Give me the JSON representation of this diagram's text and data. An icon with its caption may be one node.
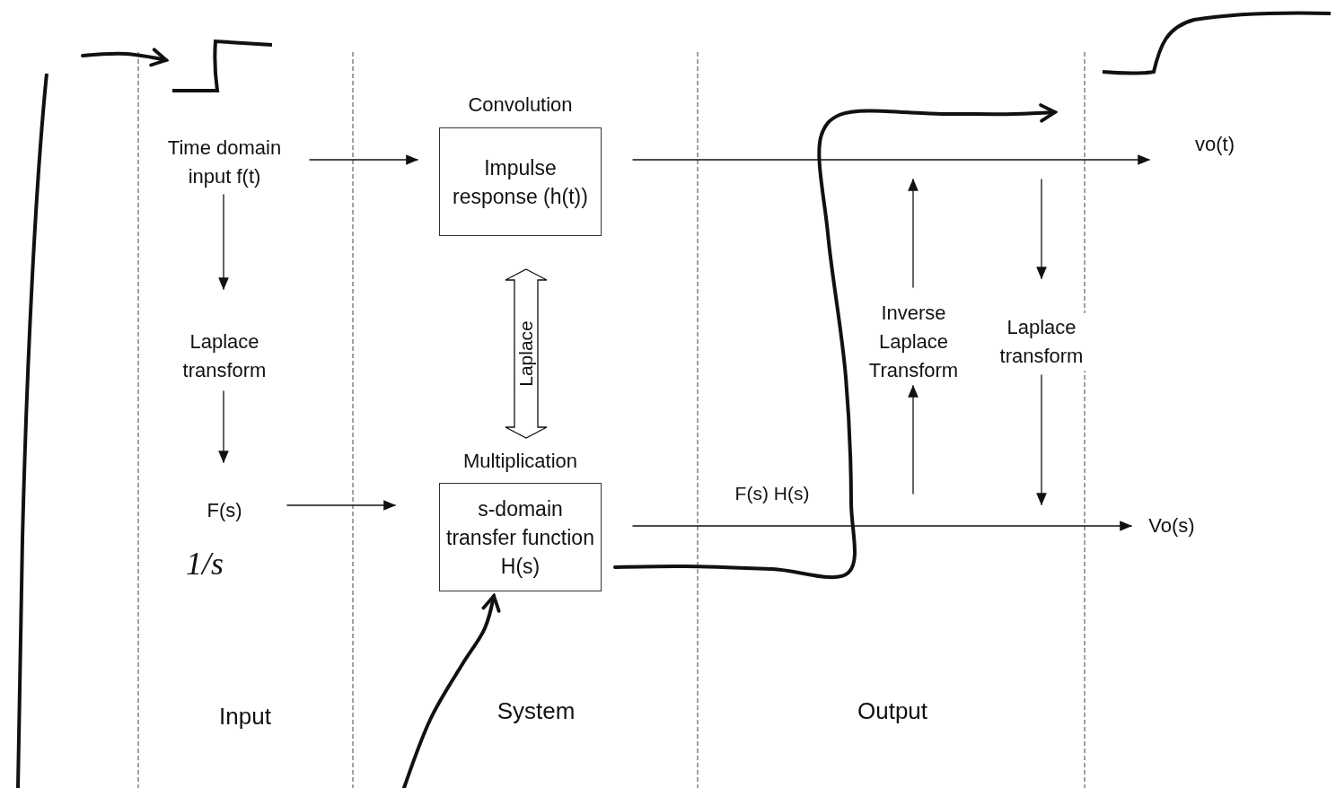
{
  "diagram": {
    "nodes": [
      {
        "text": [
          "Time domain input f(t)"
        ]
      },
      {
        "text": [
          "Laplace transform"
        ]
      },
      {
        "text": [
          "F(s)"
        ]
      },
      {
        "text": [
          "Convolution",
          "Impulse response (h(t))"
        ]
      },
      {
        "text": [
          "Multiplication",
          "s-domain transfer function H(s)"
        ]
      },
      {
        "text": [
          "vo(t)"
        ]
      },
      {
        "text": [
          "Vo(s)"
        ]
      },
      {
        "text": [
          "Inverse Laplace Transform"
        ]
      },
      {
        "text": [
          "Laplace transform"
        ]
      },
      {
        "text": [],
        "shape": "picture"
      }
    ],
    "edges": [
      {
        "from": 0,
        "to": 3,
        "arrow": "to"
      },
      {
        "from": 0,
        "to": 1,
        "arrow": "to"
      },
      {
        "from": 1,
        "to": 2,
        "arrow": "to"
      },
      {
        "from": 2,
        "to": 4,
        "arrow": "to"
      },
      {
        "from": 3,
        "to": 5,
        "arrow": "to"
      },
      {
        "from": 4,
        "to": 6,
        "arrow": "to",
        "label": "F(s) H(s)"
      },
      {
        "from": 3,
        "to": 4,
        "arrow": "both",
        "label": "Laplace"
      },
      {
        "from": 7,
        "to": null,
        "arrow": "to"
      },
      {
        "from": null,
        "to": 7,
        "arrow": "to"
      },
      {
        "from": null,
        "to": 8,
        "arrow": "to"
      },
      {
        "from": 8,
        "to": null,
        "arrow": "to"
      },
      {
        "from": null,
        "to": 9,
        "arrow": "to",
        "style": "thick"
      },
      {
        "from": null,
        "to": 4,
        "arrow": "to",
        "style": "thick"
      },
      {
        "from": 4,
        "to": null,
        "arrow": "to",
        "style": "thick"
      }
    ],
    "labels": [
      "1/s",
      "Input",
      "System",
      "Output"
    ]
  }
}
